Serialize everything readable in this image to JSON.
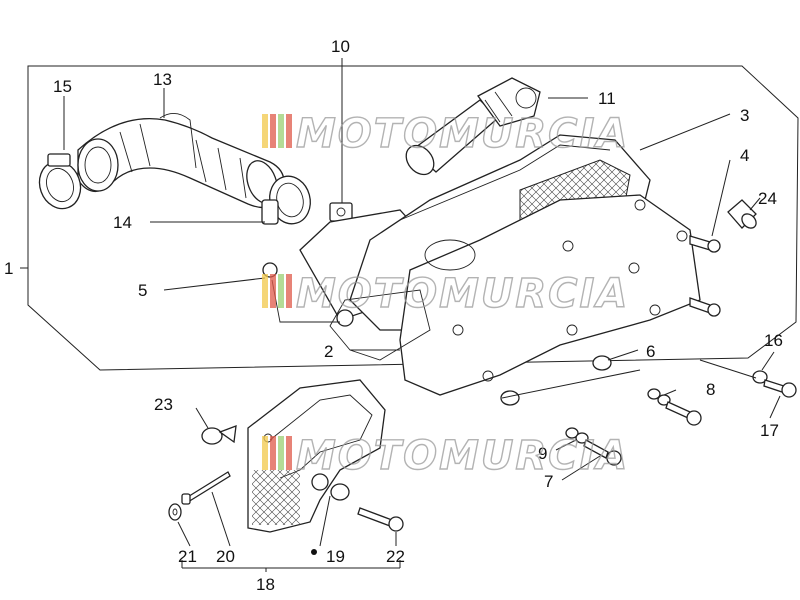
{
  "watermark": {
    "text": "MOTOMURCIA",
    "stripe_colors": [
      "#f2c94c",
      "#e05a4a",
      "#9ccf73",
      "#e05a4a"
    ]
  },
  "callouts": [
    "1",
    "2",
    "3",
    "4",
    "5",
    "6",
    "7",
    "8",
    "9",
    "10",
    "11",
    "13",
    "14",
    "15",
    "16",
    "17",
    "18",
    "19",
    "20",
    "21",
    "22",
    "23",
    "24"
  ]
}
